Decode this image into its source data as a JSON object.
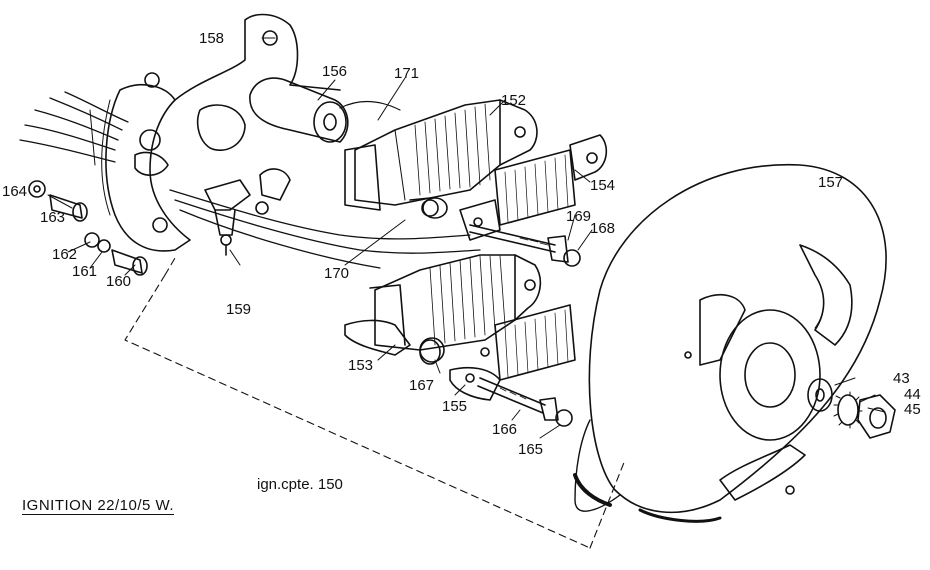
{
  "title": "IGNITION  22/10/5 W.",
  "assembly_label": "ign.cpte. 150",
  "part_numbers": {
    "p158": "158",
    "p156": "156",
    "p171": "171",
    "p152": "152",
    "p157": "157",
    "p154": "154",
    "p164": "164",
    "p163": "163",
    "p162": "162",
    "p161": "161",
    "p160": "160",
    "p169": "169",
    "p168": "168",
    "p170": "170",
    "p159": "159",
    "p153": "153",
    "p167": "167",
    "p155": "155",
    "p166": "166",
    "p165": "165",
    "p43": "43",
    "p44": "44",
    "p45": "45"
  },
  "colors": {
    "ink": "#111111",
    "paper": "#ffffff"
  }
}
